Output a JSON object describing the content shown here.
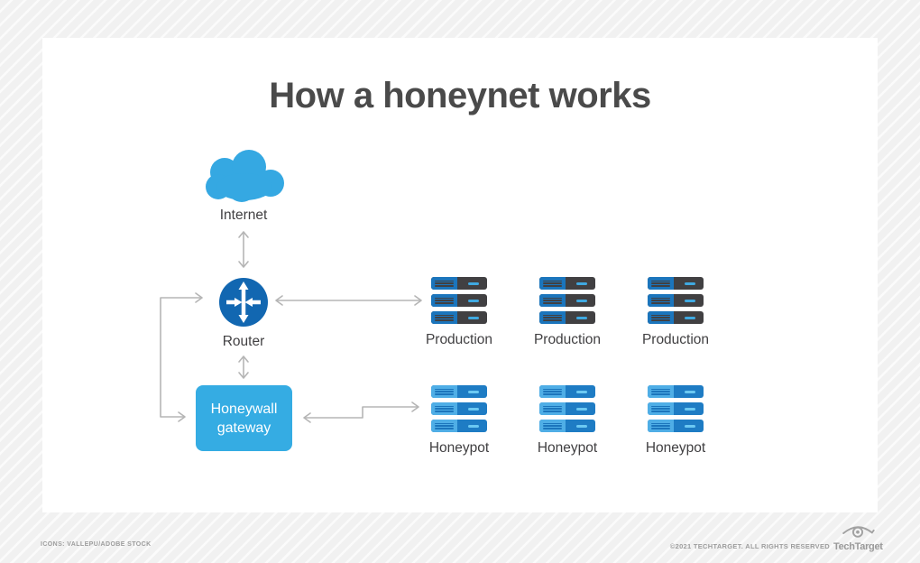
{
  "title": "How a honeynet works",
  "diagram": {
    "internet_label": "Internet",
    "router_label": "Router",
    "gateway_label_line1": "Honeywall",
    "gateway_label_line2": "gateway",
    "production_servers": [
      {
        "label": "Production"
      },
      {
        "label": "Production"
      },
      {
        "label": "Production"
      }
    ],
    "honeypot_servers": [
      {
        "label": "Honeypot"
      },
      {
        "label": "Honeypot"
      },
      {
        "label": "Honeypot"
      }
    ]
  },
  "footer": {
    "credits": "ICONS: VALLEPU/ADOBE STOCK",
    "copyright": "©2021 TECHTARGET. ALL RIGHTS RESERVED",
    "brand": "TechTarget"
  },
  "colors": {
    "cloud_blue": "#35a8e2",
    "router_blue": "#1267b1",
    "gateway_blue": "#35ace3",
    "server_blue": "#1b75bc",
    "server_dark": "#414042",
    "honeypot_light_blue": "#4faee6",
    "honeypot_mid_blue": "#1e7cc4",
    "arrow_gray": "#b5b5b5",
    "title_gray": "#4a4a4a"
  }
}
